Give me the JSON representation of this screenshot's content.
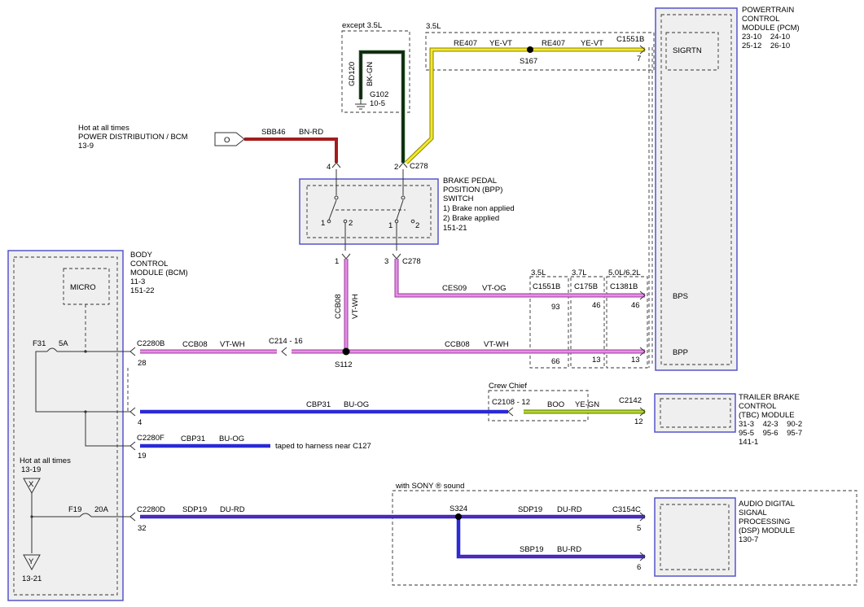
{
  "pcm": {
    "lines": [
      "POWERTRAIN",
      "CONTROL",
      "MODULE (PCM)",
      "23-10    24-10",
      "25-12    26-10"
    ],
    "pin_sigrtn": "SIGRTN",
    "pin_bps": "BPS",
    "pin_bpp": "BPP"
  },
  "bcm": {
    "lines": [
      "BODY",
      "CONTROL",
      "MODULE (BCM)",
      "11-3",
      "151-22"
    ],
    "micro": "MICRO",
    "fuse_f31": "F31",
    "fuse_f31_rating": "5A",
    "fuse_f19": "F19",
    "fuse_f19_rating": "20A",
    "hot_label": "Hot at all times",
    "hot_ref": "13-19",
    "ground_ref": "13-21",
    "x_label": "X",
    "y_label": "Y"
  },
  "bpp_switch": {
    "lines": [
      "BRAKE PEDAL",
      "POSITION (BPP)",
      "SWITCH",
      "1) Brake non applied",
      "2) Brake applied",
      "151-21"
    ],
    "left_1": "1",
    "left_2": "2",
    "right_1": "1",
    "right_2": "2"
  },
  "tbc": {
    "lines": [
      "TRAILER BRAKE",
      "CONTROL",
      "(TBC) MODULE",
      "31-3    42-3    90-2",
      "95-5    95-6    95-7",
      "141-1"
    ]
  },
  "dsp": {
    "lines": [
      "AUDIO DIGITAL",
      "SIGNAL",
      "PROCESSING",
      "(DSP) MODULE",
      "130-7"
    ]
  },
  "power": {
    "lines": [
      "Hot at all times",
      "POWER DISTRIBUTION / BCM",
      "13-9"
    ],
    "connector": "O"
  },
  "regions": {
    "except35": "except 3.5L",
    "r35_top": "3.5L",
    "r35": "3.5L",
    "r37": "3.7L",
    "r50": "5.0L/6.2L",
    "crew_chief": "Crew Chief",
    "sony": "with SONY ® sound"
  },
  "connectors": {
    "c278_top": "C278",
    "c278_bottom": "C278",
    "c1551b_top": "C1551B",
    "c1551b": "C1551B",
    "c175b": "C175B",
    "c1381b": "C1381B",
    "c2280b": "C2280B",
    "c214": "C214 - 16",
    "c2108": "C2108 - 12",
    "c2142": "C2142",
    "c2280f": "C2280F",
    "c2280d": "C2280D",
    "c3154c": "C3154C"
  },
  "pins": {
    "p4": "4",
    "p2": "2",
    "p1": "1",
    "p3": "3",
    "p7": "7",
    "p93": "93",
    "p46a": "46",
    "p46b": "46",
    "p66": "66",
    "p13a": "13",
    "p13b": "13",
    "p28": "28",
    "p4b": "4",
    "p12": "12",
    "p19": "19",
    "p32": "32",
    "p5": "5",
    "p6": "6"
  },
  "splices": {
    "s167": "S167",
    "s112": "S112",
    "s324": "S324"
  },
  "ground": {
    "gd120": "GD120",
    "bkgn": "BK-GN",
    "g102": "G102",
    "g102_ref": "10-5"
  },
  "wires": {
    "re407_a": "RE407",
    "yevt_a": "YE-VT",
    "re407_b": "RE407",
    "yevt_b": "YE-VT",
    "sbb46": "SBB46",
    "bnrd": "BN-RD",
    "ces09": "CES09",
    "vtog": "VT-OG",
    "ccb08_v": "CCB08",
    "vtwh_v": "VT-WH",
    "ccb08_a": "CCB08",
    "vtwh_a": "VT-WH",
    "ccb08_b": "CCB08",
    "vtwh_b": "VT-WH",
    "cbp31_a": "CBP31",
    "buog_a": "BU-OG",
    "boo": "BOO",
    "yegn": "YE-GN",
    "cbp31_b": "CBP31",
    "buog_b": "BU-OG",
    "taped": "taped to harness near C127",
    "sdp19_a": "SDP19",
    "durd_a": "DU-RD",
    "sdp19_b": "SDP19",
    "durd_b": "DU-RD",
    "sbp19": "SBP19",
    "burd": "BU-RD"
  },
  "colors": {
    "yellow": "#f3e82a",
    "brown_red": "#a31c1c",
    "dark_green": "#1a4a1a",
    "violet": "#e58ee6",
    "blue": "#2a2ad6",
    "yellow_green": "#b8d62a",
    "module_fill": "#efefef",
    "module_border": "#5555cc"
  }
}
